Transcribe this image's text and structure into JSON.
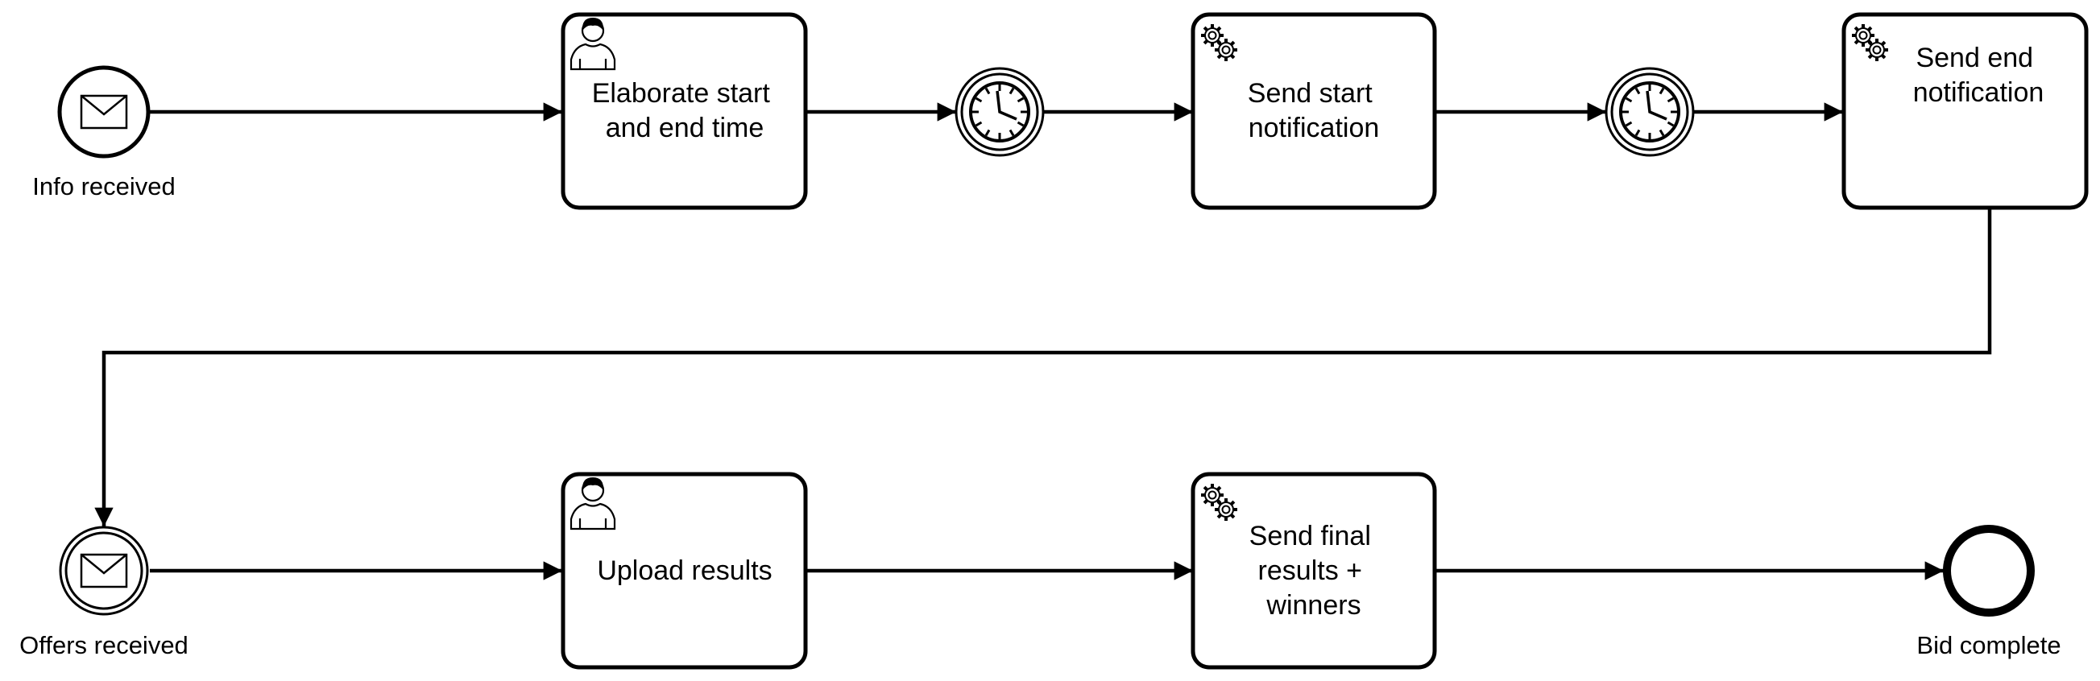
{
  "diagram": {
    "start_event": {
      "label": "Info received",
      "icon": "envelope-icon"
    },
    "tasks": [
      {
        "id": "elaborate",
        "lines": [
          "Elaborate start",
          "and end time"
        ],
        "icon": "user-icon"
      },
      {
        "id": "send-start",
        "lines": [
          "Send start",
          "notification"
        ],
        "icon": "gear-icon"
      },
      {
        "id": "send-end",
        "lines": [
          "Send end",
          "notification"
        ],
        "icon": "gear-icon"
      },
      {
        "id": "upload",
        "lines": [
          "Upload results"
        ],
        "icon": "user-icon"
      },
      {
        "id": "send-final",
        "lines": [
          "Send final",
          "results +",
          "winners"
        ],
        "icon": "gear-icon"
      }
    ],
    "timer_events": [
      {
        "icon": "clock-icon"
      },
      {
        "icon": "clock-icon"
      }
    ],
    "intermediate_message_event": {
      "label": "Offers received",
      "icon": "envelope-icon"
    },
    "end_event": {
      "label": "Bid complete"
    }
  }
}
